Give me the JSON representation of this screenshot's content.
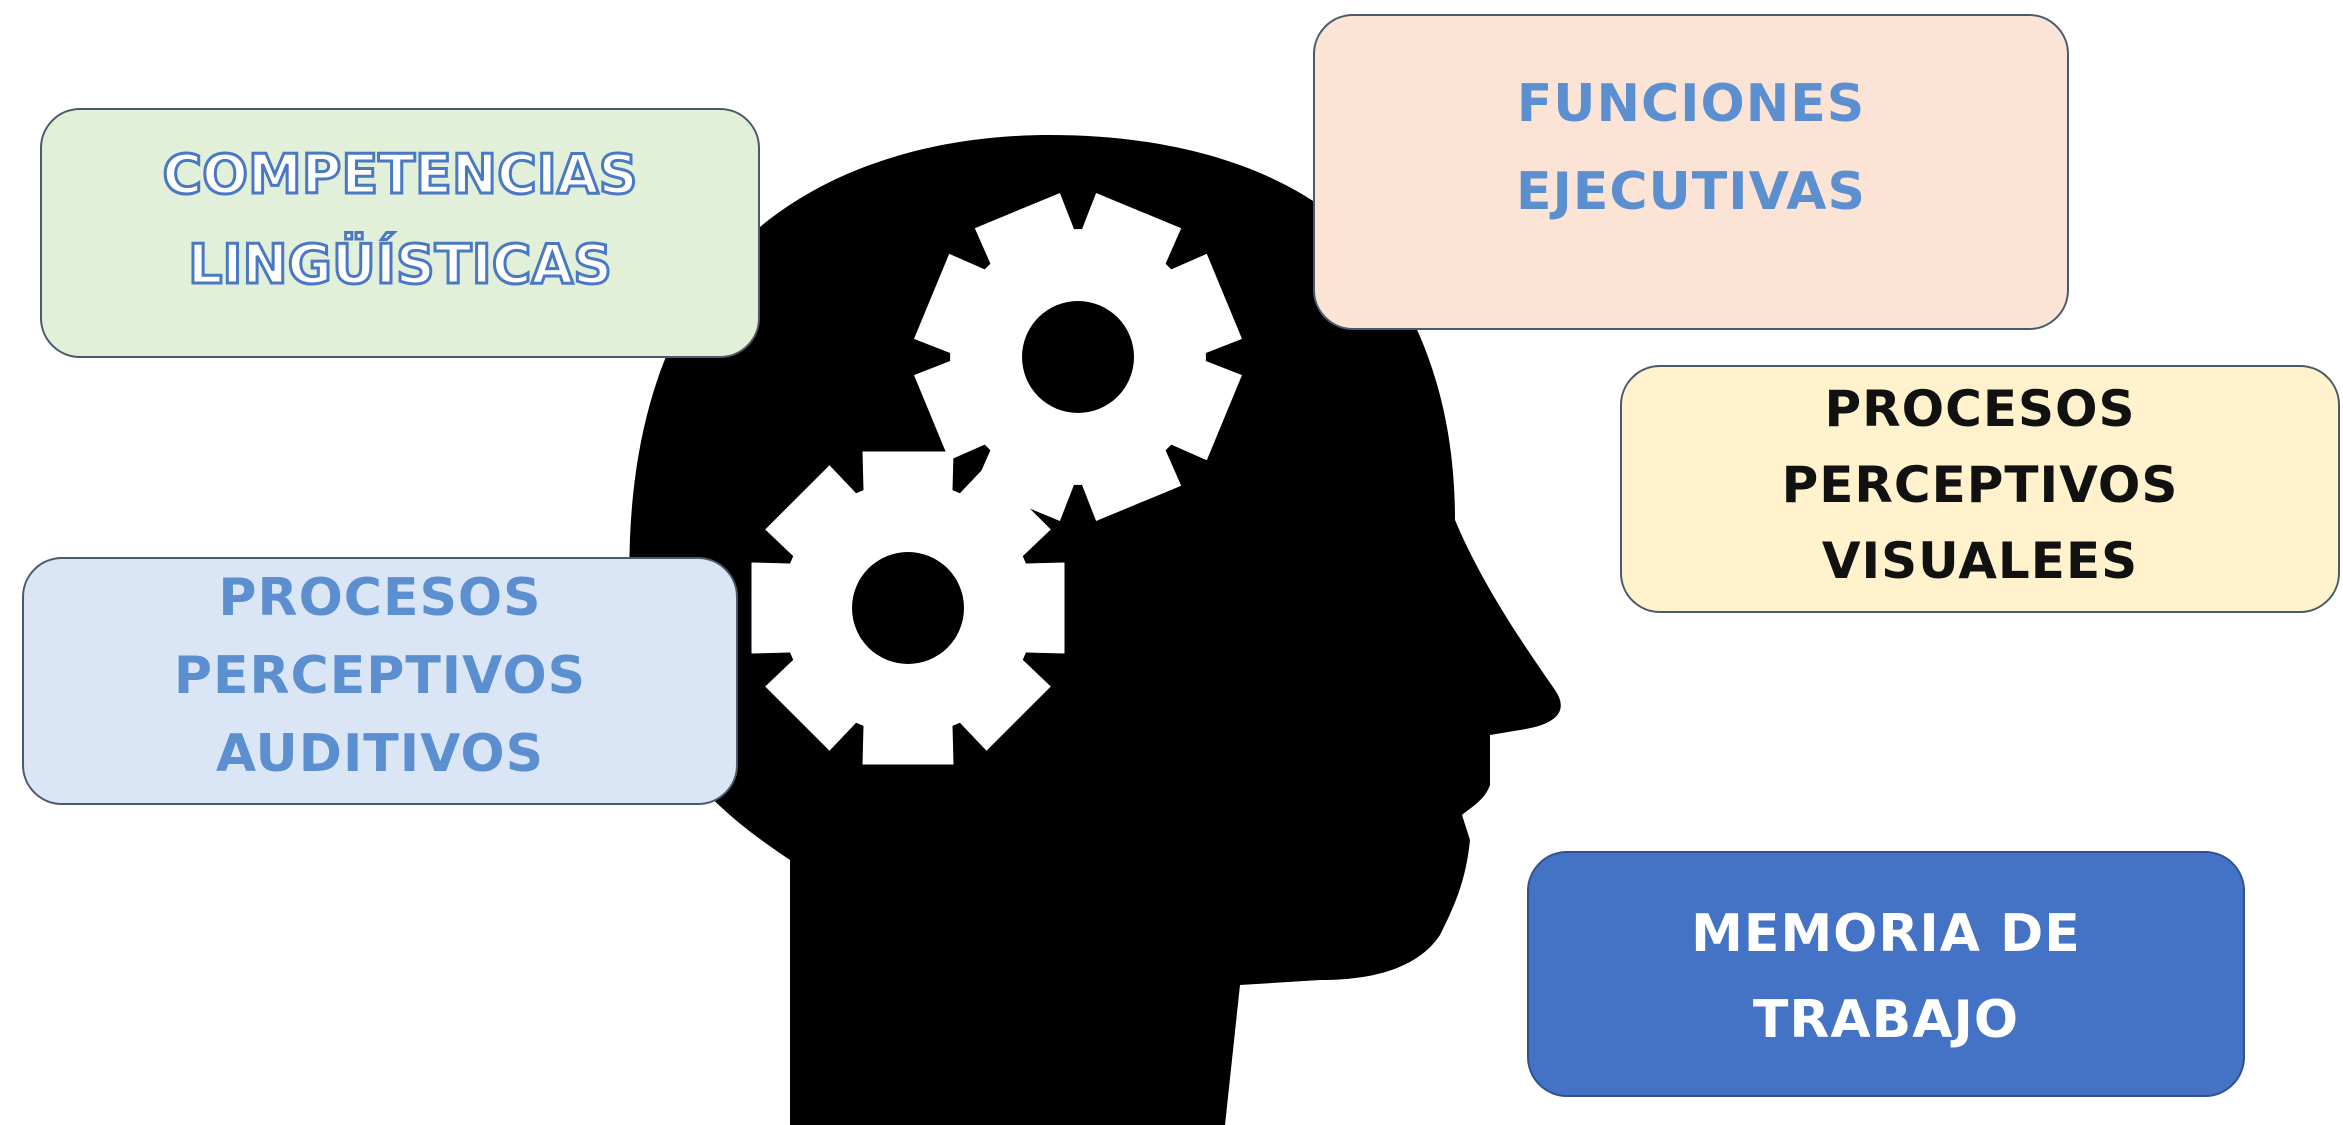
{
  "colors": {
    "head": "#000000",
    "gear": "#ffffff",
    "competencias_fill": "#e2efd9",
    "funciones_fill": "#fbe4d5",
    "visuales_fill": "#fff2cc",
    "auditivos_fill": "#dae6f5",
    "memoria_fill": "#4472c4",
    "blue_text": "#5b8fcf"
  },
  "icons": {
    "head": "head-silhouette-icon",
    "gears": [
      "gear-icon",
      "gear-icon"
    ]
  },
  "boxes": {
    "competencias": {
      "lines": [
        "COMPETENCIAS",
        "LINGÜÍSTICAS"
      ]
    },
    "funciones": {
      "lines": [
        "FUNCIONES",
        "EJECUTIVAS"
      ]
    },
    "visuales": {
      "lines": [
        "PROCESOS",
        "PERCEPTIVOS",
        "VISUALEES"
      ]
    },
    "auditivos": {
      "lines": [
        "PROCESOS",
        "PERCEPTIVOS",
        "AUDITIVOS"
      ]
    },
    "memoria": {
      "lines": [
        "MEMORIA DE",
        "TRABAJO"
      ]
    }
  }
}
